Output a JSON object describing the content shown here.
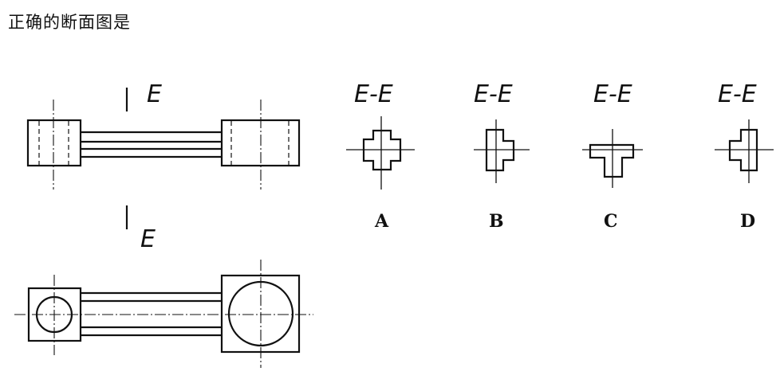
{
  "question": "正确的断面图是",
  "cut_label": "E",
  "section_label": "E-E",
  "options": [
    {
      "letter": "A",
      "shape": "cross"
    },
    {
      "letter": "B",
      "shape": "rect-right-notch"
    },
    {
      "letter": "C",
      "shape": "tee-down"
    },
    {
      "letter": "D",
      "shape": "rect-left-notch"
    }
  ],
  "colors": {
    "line": "#111111",
    "background": "#ffffff"
  }
}
